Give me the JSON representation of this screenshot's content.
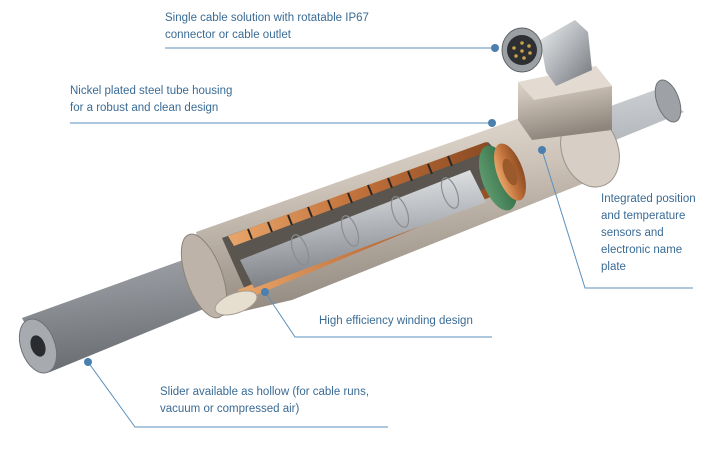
{
  "callouts": {
    "connector": {
      "lines": [
        "Single cable solution with rotatable IP67",
        "connector or cable outlet"
      ]
    },
    "housing": {
      "lines": [
        "Nickel plated steel tube housing",
        "for a robust and clean design"
      ]
    },
    "sensors": {
      "lines": [
        "Integrated position",
        "and temperature",
        "sensors and",
        "electronic name",
        "plate"
      ]
    },
    "winding": {
      "lines": [
        "High efficiency winding design"
      ]
    },
    "slider": {
      "lines": [
        "Slider available as hollow (for cable runs,",
        "vacuum or compressed air)"
      ]
    }
  },
  "colors": {
    "callout_text": "#3a6b95",
    "leader_line": "#5b8fbd",
    "leader_dot": "#4a7fae",
    "housing": "#c9bfb4",
    "slider_rod": "#a9adb1",
    "winding_copper": "#c8783f",
    "connector_metal": "#b4b8bc"
  }
}
